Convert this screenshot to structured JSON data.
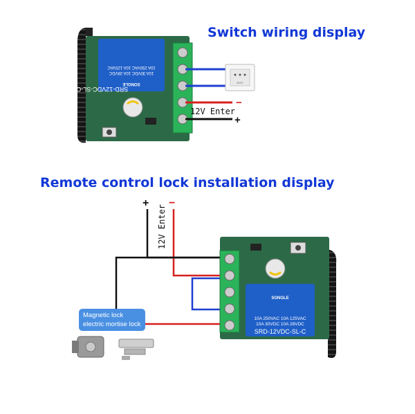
{
  "top_section": {
    "title": "Switch wiring display",
    "power_label": "12V Enter",
    "minus_sign": "−",
    "plus_sign": "+",
    "relay": {
      "model": "SRD-12VDC-SL-C",
      "line1": "10A 250VAC 10A 125VAC",
      "line2": "10A 30VDC 10A 28VDC",
      "brand": "SONGLE"
    },
    "button_text": "EXIT"
  },
  "bottom_section": {
    "title": "Remote control lock installation display",
    "power_label": "12V Enter",
    "plus_sign": "+",
    "minus_sign": "−",
    "lock_label_line1": "Magnetic lock",
    "lock_label_line2": "electric mortise lock",
    "relay": {
      "line1": "10A 250VAC 10A 125VAC",
      "line2": "10A 30VDC 10A 28VDC",
      "model": "SRD-12VDC-SL-C",
      "brand": "SONGLE"
    }
  },
  "colors": {
    "heading": "#1238d6",
    "board": "#2c6a47",
    "terminal": "#2bb35a",
    "relay": "#1f5fc8",
    "wire_blue": "#1f3fd0",
    "wire_red": "#d81f1f",
    "wire_black": "#111111",
    "label_box": "#4a90e2"
  }
}
